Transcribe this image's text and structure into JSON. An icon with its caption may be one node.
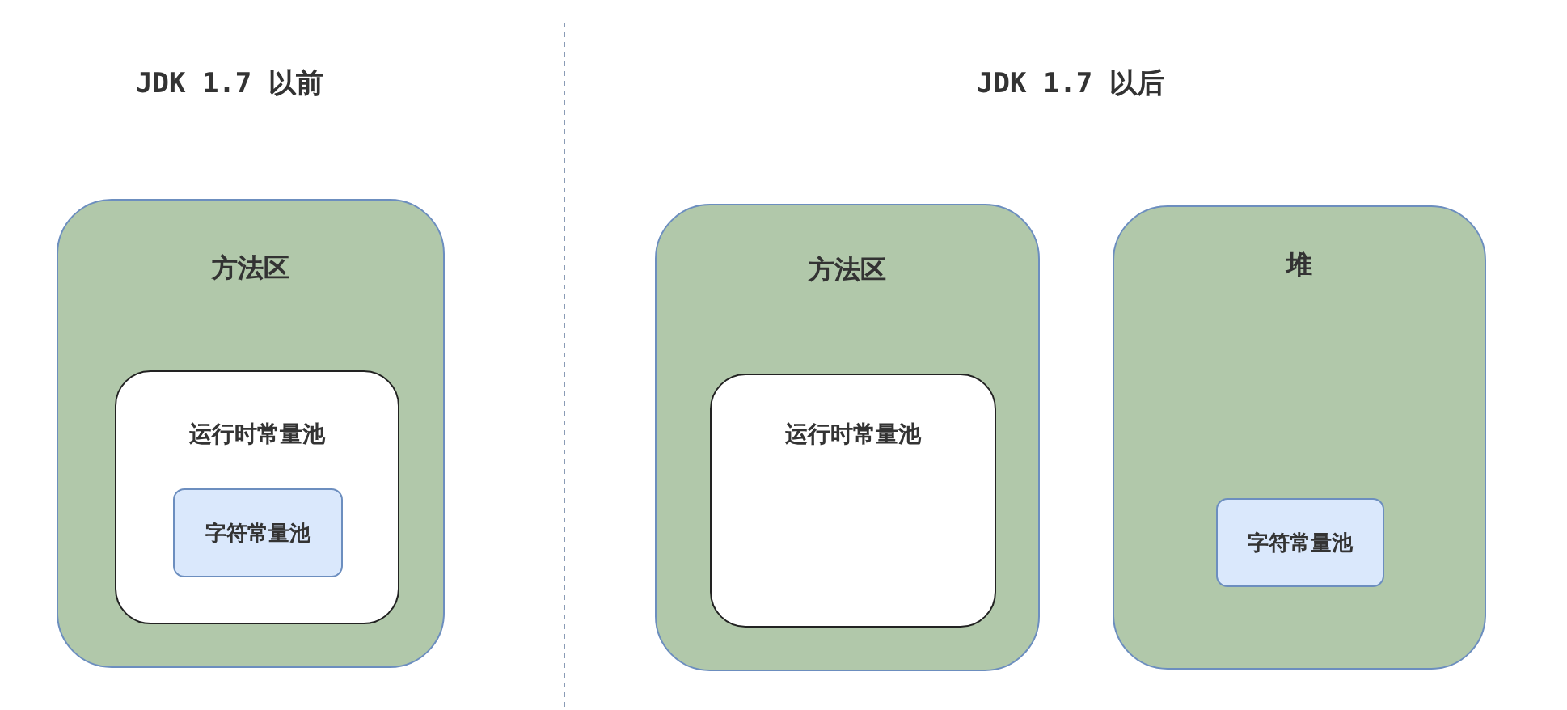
{
  "diagram": {
    "nodes": [
      {
        "text": [
          "方法区"
        ]
      },
      {
        "text": [
          "运行时常量池"
        ],
        "in": 0
      },
      {
        "text": [
          "字符常量池"
        ],
        "in": 1
      },
      {
        "text": [
          "方法区"
        ]
      },
      {
        "text": [
          "运行时常量池"
        ],
        "in": 3
      },
      {
        "text": [
          "堆"
        ]
      },
      {
        "text": [
          "字符常量池"
        ],
        "in": 5
      }
    ],
    "labels": [
      "JDK 1.7 以前",
      "JDK 1.7 以后"
    ]
  }
}
